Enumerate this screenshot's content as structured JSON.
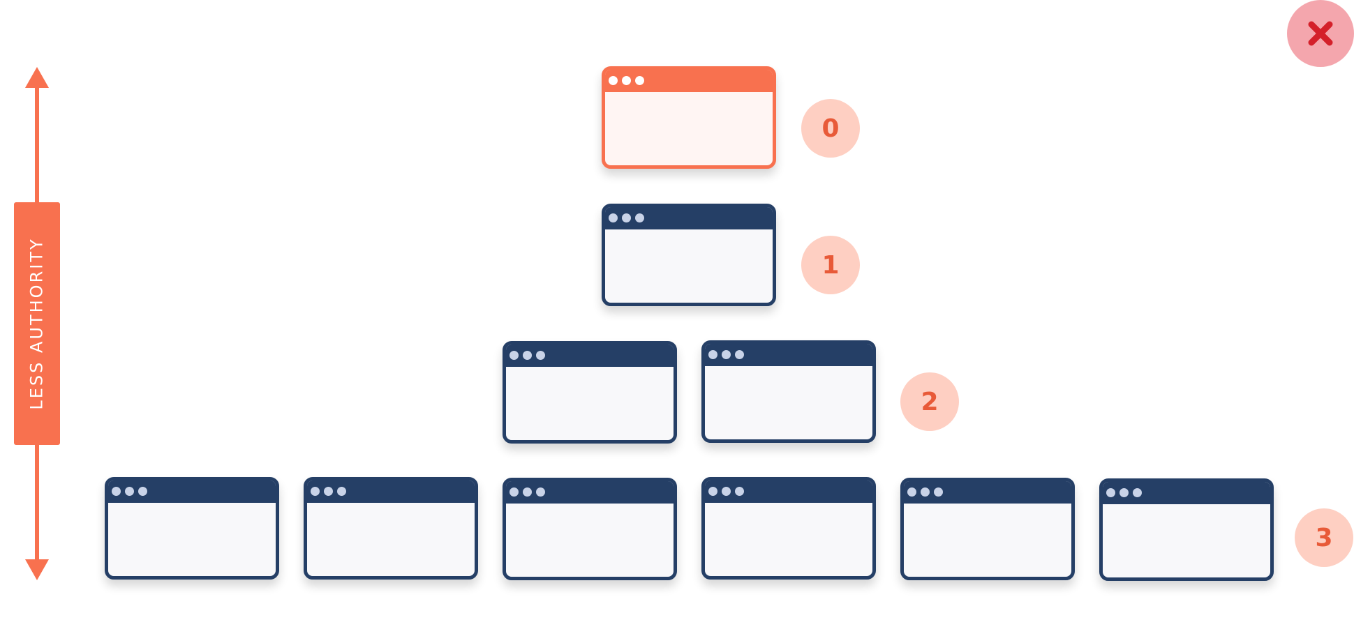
{
  "axis": {
    "label": "LESS AUTHORITY"
  },
  "levels": [
    {
      "badge": "0",
      "windows": 1,
      "highlighted": true
    },
    {
      "badge": "1",
      "windows": 1,
      "highlighted": false
    },
    {
      "badge": "2",
      "windows": 2,
      "highlighted": false
    },
    {
      "badge": "3",
      "windows": 6,
      "highlighted": false
    }
  ],
  "colors": {
    "accent": "#f8714f",
    "window_frame": "#253f66",
    "badge_fill": "#fecfc2",
    "badge_text": "#e85a38",
    "close_fill": "#f4a6ad",
    "close_icon": "#d4202a"
  },
  "icons": {
    "close": "close-icon"
  }
}
